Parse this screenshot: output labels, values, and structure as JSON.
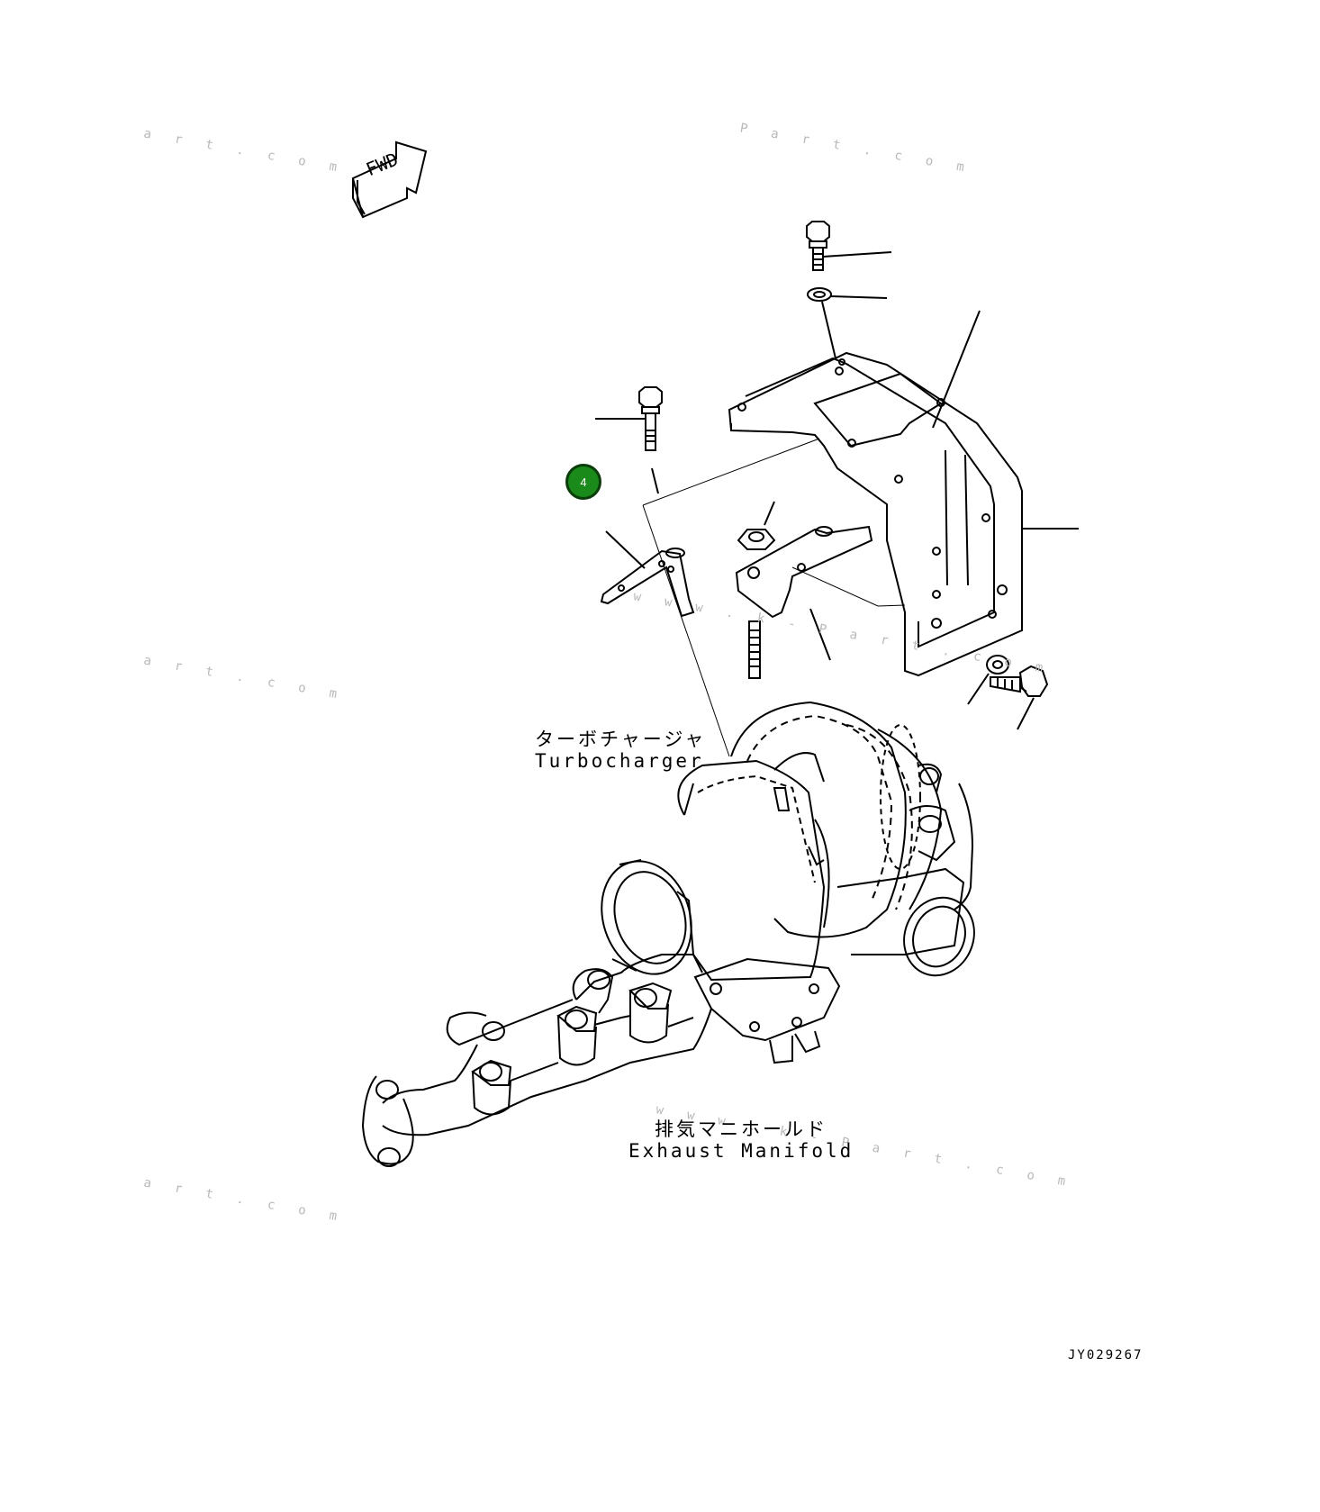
{
  "labels": {
    "turbocharger_jp": "ターボチャージャ",
    "turbocharger_en": "Turbocharger",
    "manifold_jp": "排気マニホールド",
    "manifold_en": "Exhaust Manifold",
    "fwd": "FWD",
    "drawing_id": "JY029267"
  },
  "callout": {
    "number": "4",
    "color": "#1a8a1a"
  },
  "watermark": {
    "text_1": "a r t . c o m",
    "text_2": "P a r t . c o m",
    "text_3": "w w w . k - P a r t . c o m"
  }
}
